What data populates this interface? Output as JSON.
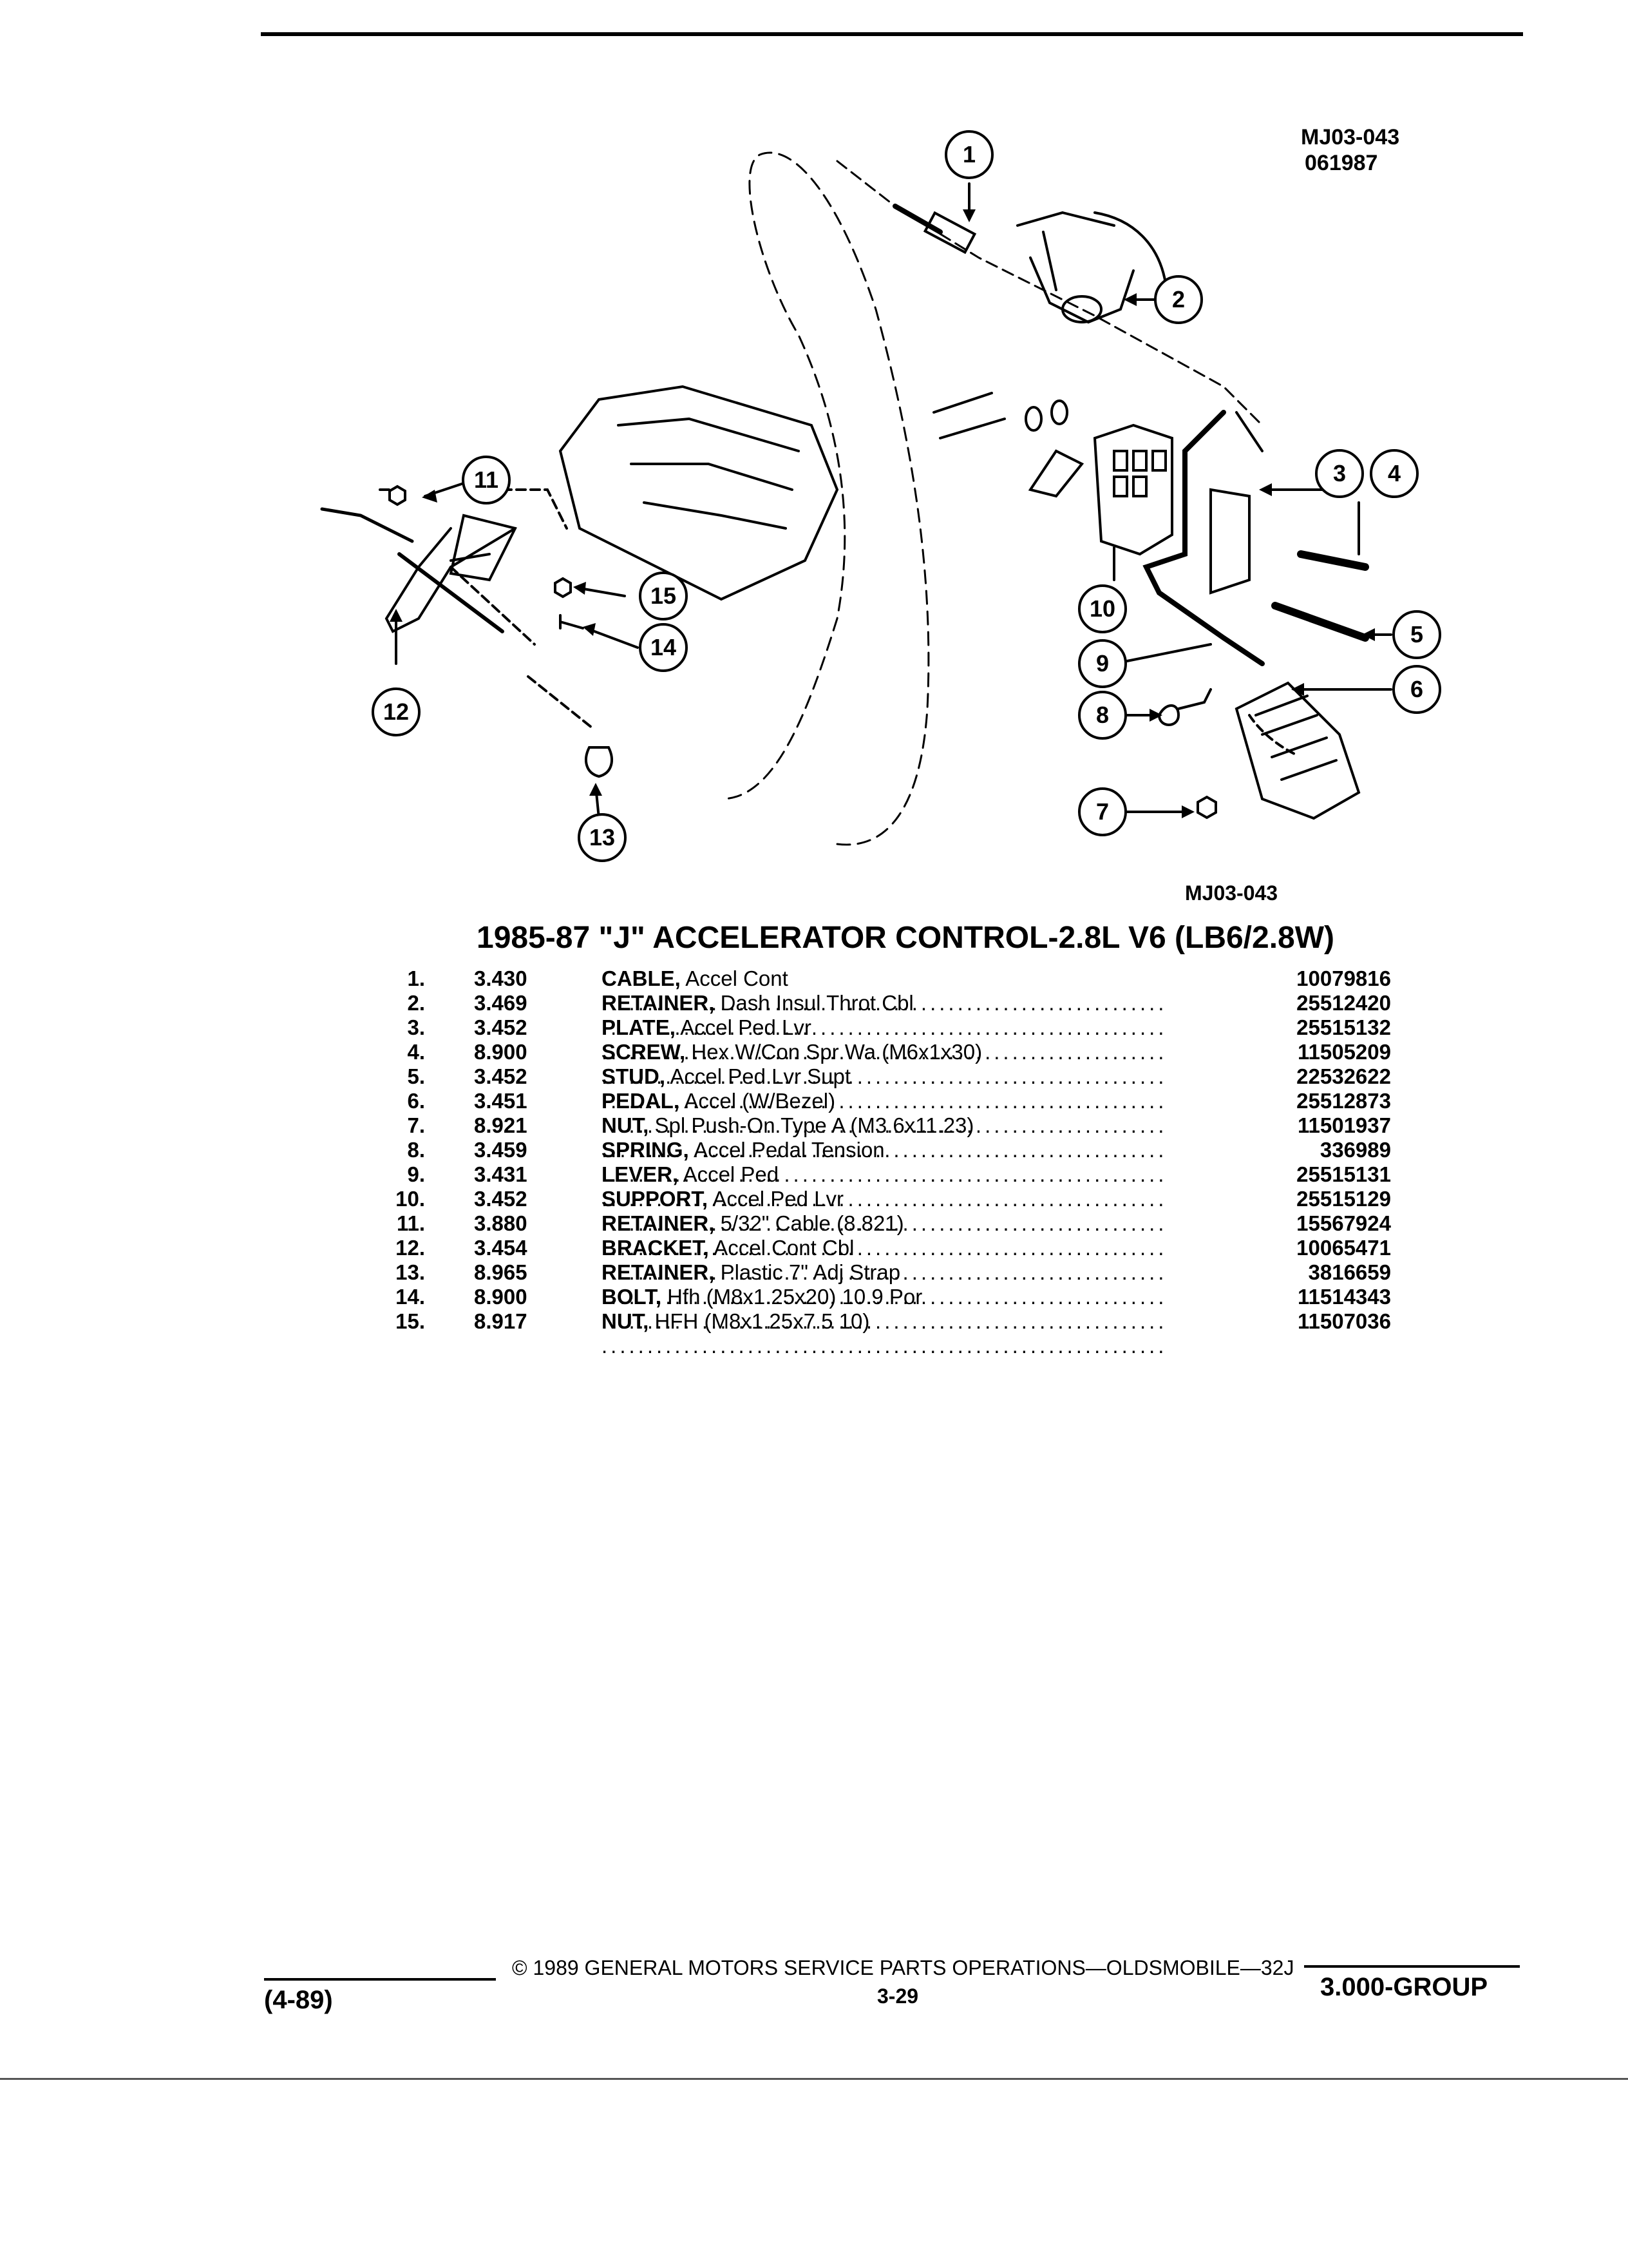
{
  "header": {
    "code": "MJ03-043",
    "date": "061987"
  },
  "diagram": {
    "figure_code": "MJ03-043",
    "callouts": [
      "1",
      "2",
      "3",
      "4",
      "5",
      "6",
      "7",
      "8",
      "9",
      "10",
      "11",
      "12",
      "13",
      "14",
      "15"
    ]
  },
  "title": "1985-87 \"J\" ACCELERATOR CONTROL-2.8L V6 (LB6/2.8W)",
  "parts": [
    {
      "num": "1.",
      "group": "3.430",
      "name": "CABLE,",
      "desc": "Accel Cont",
      "part": "10079816"
    },
    {
      "num": "2.",
      "group": "3.469",
      "name": "RETAINER,",
      "desc": "Dash Insul Throt Cbl",
      "part": "25512420"
    },
    {
      "num": "3.",
      "group": "3.452",
      "name": "PLATE,",
      "desc": "Accel Ped Lvr",
      "part": "25515132"
    },
    {
      "num": "4.",
      "group": "8.900",
      "name": "SCREW,",
      "desc": "Hex W/Con Spr Wa (M6x1x30)",
      "part": "11505209"
    },
    {
      "num": "5.",
      "group": "3.452",
      "name": "STUD,",
      "desc": "Accel Ped Lvr Supt",
      "part": "22532622"
    },
    {
      "num": "6.",
      "group": "3.451",
      "name": "PEDAL,",
      "desc": "Accel (W/Bezel)",
      "part": "25512873"
    },
    {
      "num": "7.",
      "group": "8.921",
      "name": "NUT,",
      "desc": "Spl Push-On Type A (M3.6x11.23)",
      "part": "11501937"
    },
    {
      "num": "8.",
      "group": "3.459",
      "name": "SPRING,",
      "desc": "Accel Pedal Tension",
      "part": "336989"
    },
    {
      "num": "9.",
      "group": "3.431",
      "name": "LEVER,",
      "desc": "Accel Ped",
      "part": "25515131"
    },
    {
      "num": "10.",
      "group": "3.452",
      "name": "SUPPORT,",
      "desc": "Accel Ped Lvr",
      "part": "25515129"
    },
    {
      "num": "11.",
      "group": "3.880",
      "name": "RETAINER,",
      "desc": "5/32\" Cable (8.821)",
      "part": "15567924"
    },
    {
      "num": "12.",
      "group": "3.454",
      "name": "BRACKET,",
      "desc": "Accel Cont Cbl",
      "part": "10065471"
    },
    {
      "num": "13.",
      "group": "8.965",
      "name": "RETAINER,",
      "desc": "Plastic 7\" Adj Strap",
      "part": "3816659"
    },
    {
      "num": "14.",
      "group": "8.900",
      "name": "BOLT,",
      "desc": "Hfh (M8x1.25x20) 10.9 Por",
      "part": "11514343"
    },
    {
      "num": "15.",
      "group": "8.917",
      "name": "NUT,",
      "desc": "HFH (M8x1.25x7.5 10)",
      "part": "11507036"
    }
  ],
  "footer": {
    "revision": "(4-89)",
    "copyright": "© 1989 GENERAL MOTORS SERVICE PARTS OPERATIONS—OLDSMOBILE—32J",
    "page": "3-29",
    "group": "3.000-GROUP"
  }
}
